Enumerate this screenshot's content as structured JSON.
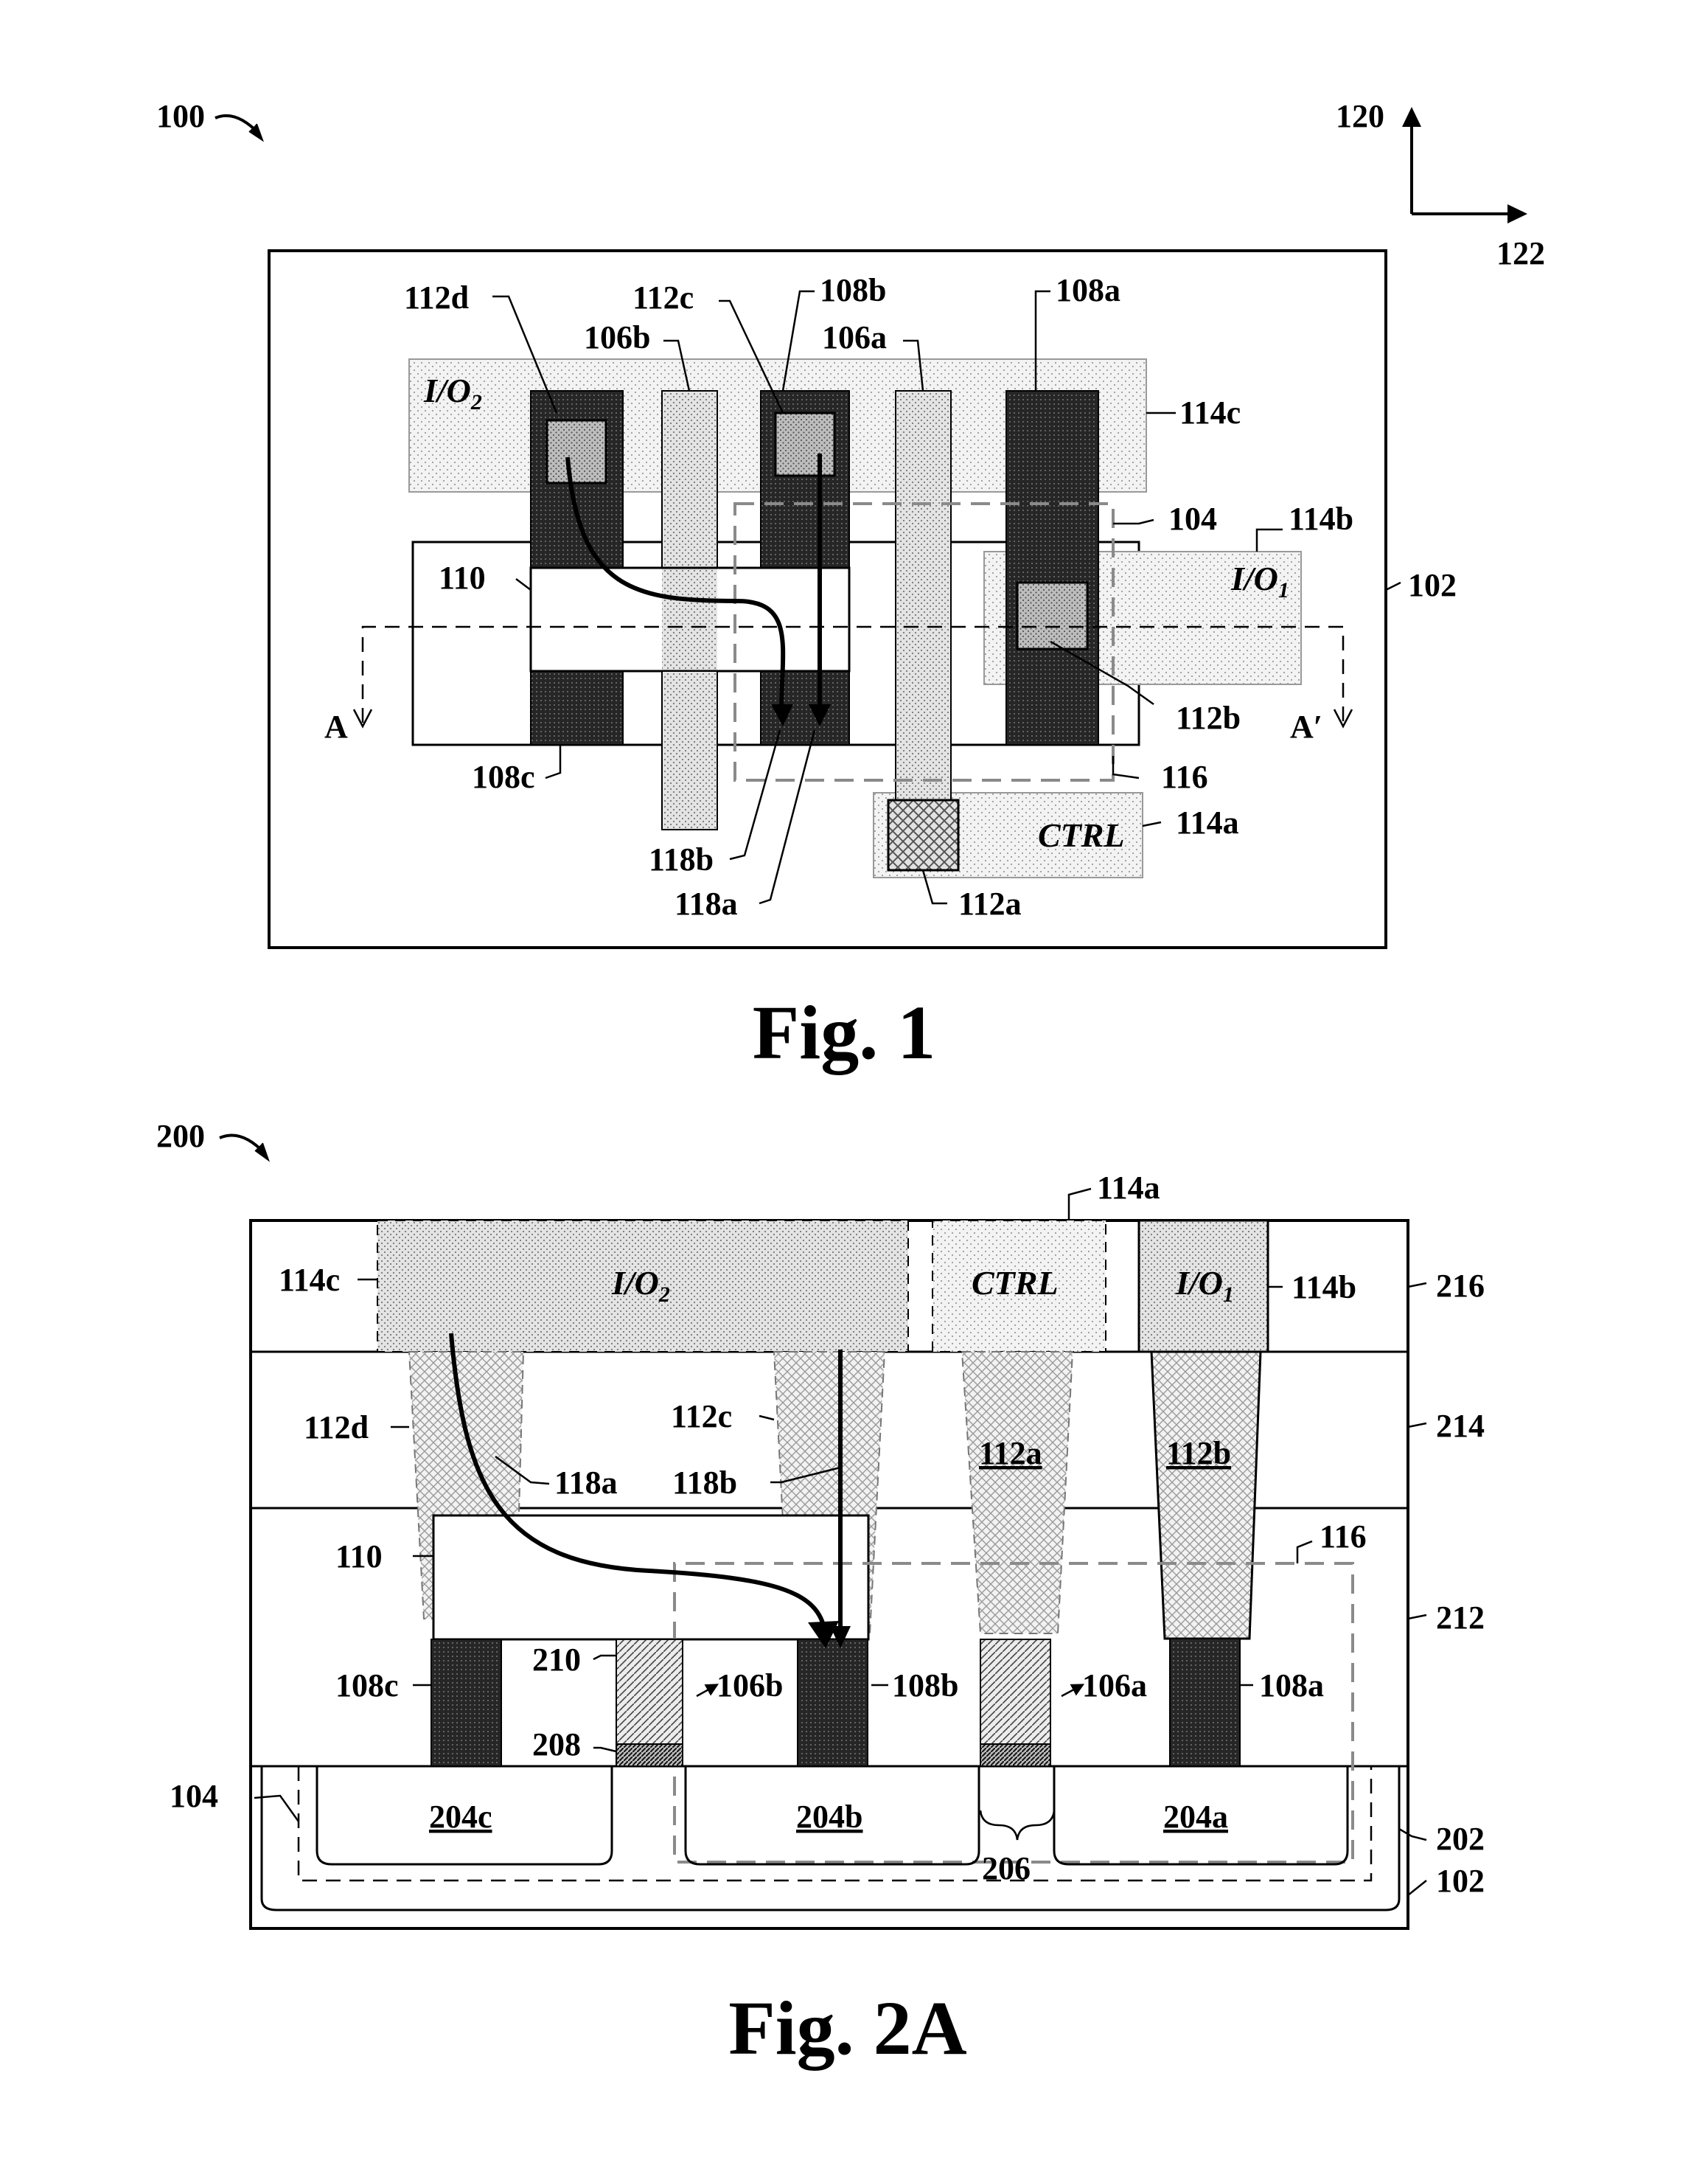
{
  "fig1": {
    "ref_100": "100",
    "axis_up": "120",
    "axis_right": "122",
    "caption": "Fig. 1",
    "labels": {
      "l112d": "112d",
      "l112c": "112c",
      "l108b": "108b",
      "l108a": "108a",
      "l106b": "106b",
      "l106a": "106a",
      "l114c": "114c",
      "l104": "104",
      "l114b": "114b",
      "l102": "102",
      "l110": "110",
      "l112b": "112b",
      "l108c": "108c",
      "l116": "116",
      "l114a": "114a",
      "l118b": "118b",
      "l118a": "118a",
      "l112a": "112a",
      "A": "A",
      "Aprime": "A′"
    },
    "io2": "I/O",
    "io2_sub": "2",
    "io1": "I/O",
    "io1_sub": "1",
    "ctrl": "CTRL"
  },
  "fig2a": {
    "ref_200": "200",
    "caption": "Fig. 2A",
    "labels": {
      "l114a": "114a",
      "l114c": "114c",
      "l114b": "114b",
      "l216": "216",
      "l112d": "112d",
      "l118a": "118a",
      "l112c": "112c",
      "l118b": "118b",
      "l214": "214",
      "l110": "110",
      "l116": "116",
      "l212": "212",
      "l108c": "108c",
      "l210": "210",
      "l106b": "106b",
      "l108b": "108b",
      "l106a": "106a",
      "l108a": "108a",
      "l208": "208",
      "l104": "104",
      "l202": "202",
      "l102": "102",
      "l206": "206"
    },
    "inner": {
      "i112a": "112a",
      "i112b": "112b",
      "i204c": "204c",
      "i204b": "204b",
      "i204a": "204a"
    },
    "io2": "I/O",
    "io2_sub": "2",
    "io1": "I/O",
    "io1_sub": "1",
    "ctrl": "CTRL"
  },
  "colors": {
    "black": "#000000",
    "dark_fill": "#1e1e1e",
    "med_fill": "#3a3a3a",
    "light_fill": "#d9d9d9",
    "dashed": "#8a8a8a"
  }
}
